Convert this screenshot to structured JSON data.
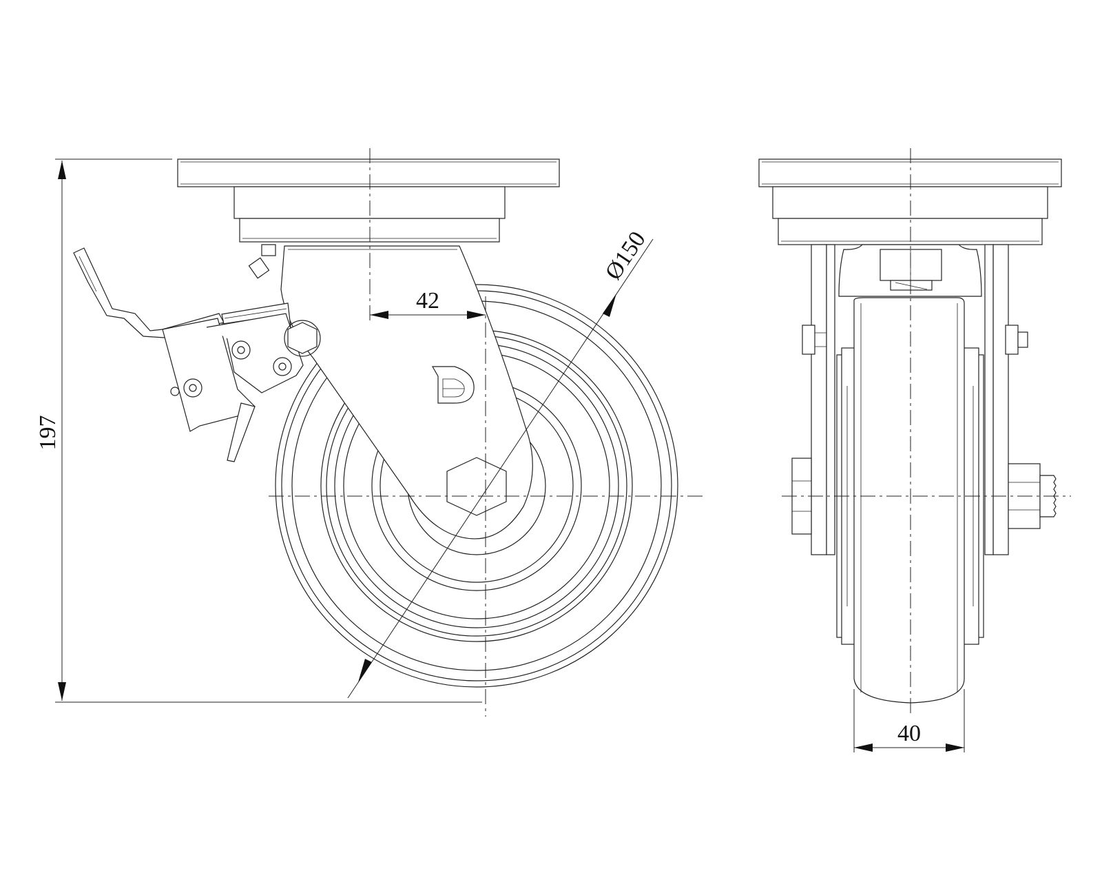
{
  "drawing": {
    "dimensions": {
      "overall_height": "197",
      "offset": "42",
      "wheel_diameter": "Ø150",
      "wheel_width": "40"
    },
    "line_color": "#222222",
    "background": "#ffffff"
  }
}
